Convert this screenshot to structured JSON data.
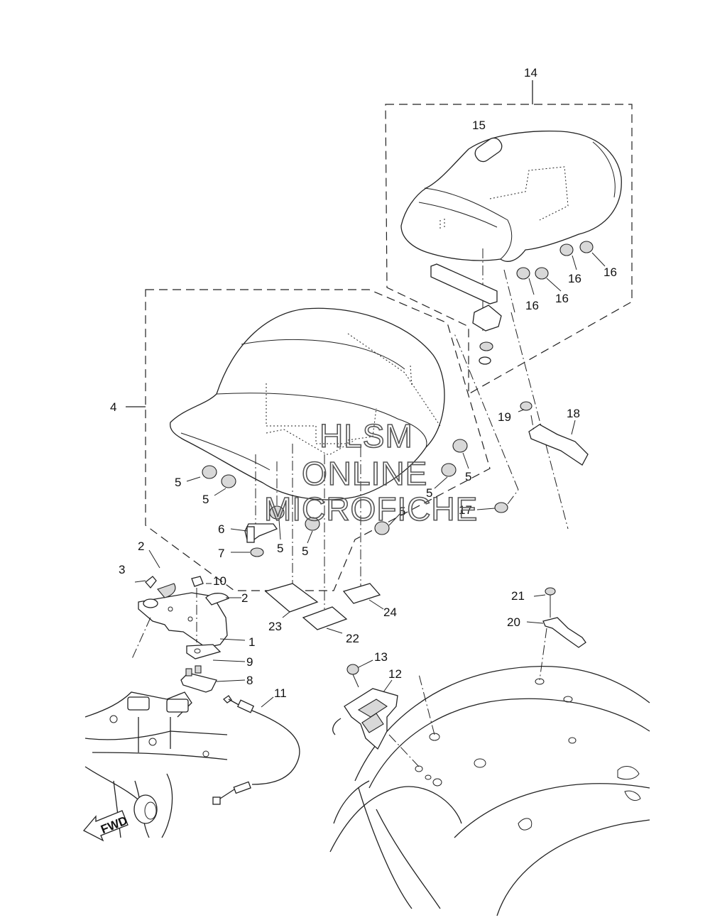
{
  "callouts": {
    "c1": "1",
    "c2a": "2",
    "c2b": "2",
    "c3": "3",
    "c4": "4",
    "c5a": "5",
    "c5b": "5",
    "c5c": "5",
    "c5d": "5",
    "c5e": "5",
    "c5f": "5",
    "c5g": "5",
    "c6": "6",
    "c7": "7",
    "c8": "8",
    "c9": "9",
    "c10": "10",
    "c11": "11",
    "c12": "12",
    "c13": "13",
    "c14": "14",
    "c15": "15",
    "c16a": "16",
    "c16b": "16",
    "c16c": "16",
    "c16d": "16",
    "c17": "17",
    "c18": "18",
    "c19": "19",
    "c20": "20",
    "c21": "21",
    "c22": "22",
    "c23": "23",
    "c24": "24"
  },
  "watermark": {
    "line1": "HLSM",
    "line2": "ONLINE",
    "line3": "MICROFICHE"
  },
  "fwd_arrow": {
    "label": "FWD"
  }
}
